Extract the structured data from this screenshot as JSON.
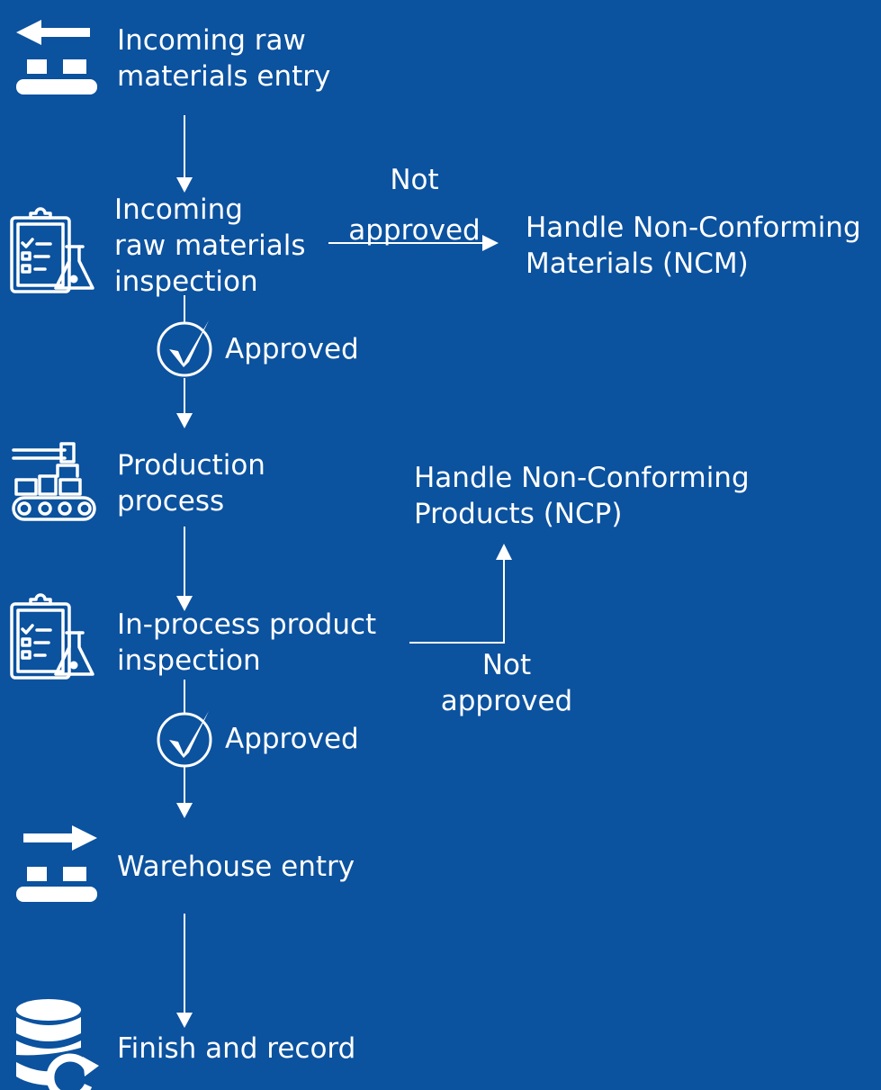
{
  "colors": {
    "background": "#0b529f",
    "foreground": "#ffffff"
  },
  "steps": {
    "raw_entry": {
      "label": "Incoming raw\nmaterials entry",
      "icon": "inbound-transfer-icon"
    },
    "raw_inspection": {
      "label": "Incoming\nraw materials\ninspection",
      "icon": "inspection-clipboard-icon"
    },
    "production": {
      "label": "Production\nprocess",
      "icon": "conveyor-robot-arm-icon"
    },
    "inprocess_inspection": {
      "label": "In-process product\ninspection",
      "icon": "inspection-clipboard-icon"
    },
    "warehouse": {
      "label": "Warehouse entry",
      "icon": "outbound-transfer-icon"
    },
    "finish": {
      "label": "Finish and record",
      "icon": "database-refresh-icon"
    }
  },
  "outcomes": {
    "ncm": {
      "label": "Handle Non-Conforming\nMaterials (NCM)"
    },
    "ncp": {
      "label": "Handle Non-Conforming\nProducts (NCP)"
    }
  },
  "edges": {
    "raw_not_approved": "Not\napproved",
    "raw_approved": "Approved",
    "inprocess_not_approved": "Not\napproved",
    "inprocess_approved": "Approved"
  }
}
